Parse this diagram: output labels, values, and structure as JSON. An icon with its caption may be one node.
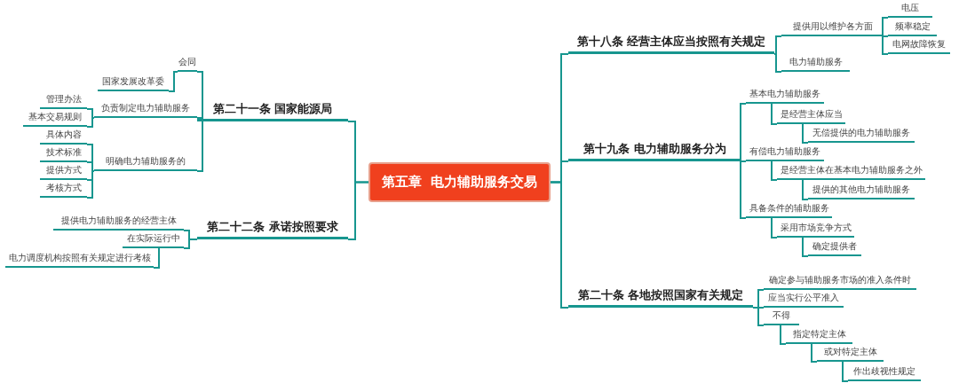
{
  "diagram": {
    "nodes": [
      {
        "text": [
          "第五章  电力辅助服务交易"
        ]
      },
      {
        "text": [
          "第十八条 经营主体应当按照有关规定"
        ]
      },
      {
        "text": [
          "提供用以维护各方面"
        ]
      },
      {
        "text": [
          "电压"
        ]
      },
      {
        "text": [
          "频率稳定"
        ]
      },
      {
        "text": [
          "电网故障恢复"
        ]
      },
      {
        "text": [
          "电力辅助服务"
        ]
      },
      {
        "text": [
          "第十九条 电力辅助服务分为"
        ]
      },
      {
        "text": [
          "基本电力辅助服务"
        ]
      },
      {
        "text": [
          "是经营主体应当"
        ]
      },
      {
        "text": [
          "无偿提供的电力辅助服务"
        ]
      },
      {
        "text": [
          "有偿电力辅助服务"
        ]
      },
      {
        "text": [
          "是经营主体在基本电力辅助服务之外"
        ]
      },
      {
        "text": [
          "提供的其他电力辅助服务"
        ]
      },
      {
        "text": [
          "具备条件的辅助服务"
        ]
      },
      {
        "text": [
          "采用市场竞争方式"
        ]
      },
      {
        "text": [
          "确定提供者"
        ]
      },
      {
        "text": [
          "第二十条 各地按照国家有关规定"
        ]
      },
      {
        "text": [
          "确定参与辅助服务市场的准入条件时"
        ]
      },
      {
        "text": [
          "应当实行公平准入"
        ]
      },
      {
        "text": [
          "不得"
        ]
      },
      {
        "text": [
          "指定特定主体"
        ]
      },
      {
        "text": [
          "或对特定主体"
        ]
      },
      {
        "text": [
          "作出歧视性规定"
        ]
      },
      {
        "text": [
          "第二十一条 国家能源局"
        ]
      },
      {
        "text": [
          "会同"
        ]
      },
      {
        "text": [
          "国家发展改革委"
        ]
      },
      {
        "text": [
          "负责制定电力辅助服务"
        ]
      },
      {
        "text": [
          "管理办法"
        ]
      },
      {
        "text": [
          "基本交易规则"
        ]
      },
      {
        "text": [
          "明确电力辅助服务的"
        ]
      },
      {
        "text": [
          "具体内容"
        ]
      },
      {
        "text": [
          "技术标准"
        ]
      },
      {
        "text": [
          "提供方式"
        ]
      },
      {
        "text": [
          "考核方式"
        ]
      },
      {
        "text": [
          "第二十二条 承诺按照要求"
        ]
      },
      {
        "text": [
          "提供电力辅助服务的经营主体"
        ]
      },
      {
        "text": [
          "在实际运行中"
        ]
      },
      {
        "text": [
          "电力调度机构按照有关规定进行考核"
        ]
      }
    ],
    "edges": [
      {
        "from": 0,
        "to": 1,
        "arrow": "none"
      },
      {
        "from": 1,
        "to": 2,
        "arrow": "none"
      },
      {
        "from": 2,
        "to": 3,
        "arrow": "none"
      },
      {
        "from": 2,
        "to": 4,
        "arrow": "none"
      },
      {
        "from": 2,
        "to": 5,
        "arrow": "none"
      },
      {
        "from": 1,
        "to": 6,
        "arrow": "none"
      },
      {
        "from": 0,
        "to": 7,
        "arrow": "none"
      },
      {
        "from": 7,
        "to": 8,
        "arrow": "none"
      },
      {
        "from": 8,
        "to": 9,
        "arrow": "none"
      },
      {
        "from": 9,
        "to": 10,
        "arrow": "none"
      },
      {
        "from": 7,
        "to": 11,
        "arrow": "none"
      },
      {
        "from": 11,
        "to": 12,
        "arrow": "none"
      },
      {
        "from": 12,
        "to": 13,
        "arrow": "none"
      },
      {
        "from": 7,
        "to": 14,
        "arrow": "none"
      },
      {
        "from": 14,
        "to": 15,
        "arrow": "none"
      },
      {
        "from": 15,
        "to": 16,
        "arrow": "none"
      },
      {
        "from": 0,
        "to": 17,
        "arrow": "none"
      },
      {
        "from": 17,
        "to": 18,
        "arrow": "none"
      },
      {
        "from": 17,
        "to": 19,
        "arrow": "none"
      },
      {
        "from": 17,
        "to": 20,
        "arrow": "none"
      },
      {
        "from": 20,
        "to": 21,
        "arrow": "none"
      },
      {
        "from": 21,
        "to": 22,
        "arrow": "none"
      },
      {
        "from": 22,
        "to": 23,
        "arrow": "none"
      },
      {
        "from": 0,
        "to": 24,
        "arrow": "none"
      },
      {
        "from": 24,
        "to": 25,
        "arrow": "none"
      },
      {
        "from": 25,
        "to": 26,
        "arrow": "none"
      },
      {
        "from": 24,
        "to": 27,
        "arrow": "none"
      },
      {
        "from": 27,
        "to": 28,
        "arrow": "none"
      },
      {
        "from": 27,
        "to": 29,
        "arrow": "none"
      },
      {
        "from": 24,
        "to": 30,
        "arrow": "none"
      },
      {
        "from": 30,
        "to": 31,
        "arrow": "none"
      },
      {
        "from": 30,
        "to": 32,
        "arrow": "none"
      },
      {
        "from": 30,
        "to": 33,
        "arrow": "none"
      },
      {
        "from": 30,
        "to": 34,
        "arrow": "none"
      },
      {
        "from": 0,
        "to": 35,
        "arrow": "none"
      },
      {
        "from": 35,
        "to": 36,
        "arrow": "none"
      },
      {
        "from": 35,
        "to": 37,
        "arrow": "none"
      },
      {
        "from": 37,
        "to": 38,
        "arrow": "none"
      }
    ]
  }
}
